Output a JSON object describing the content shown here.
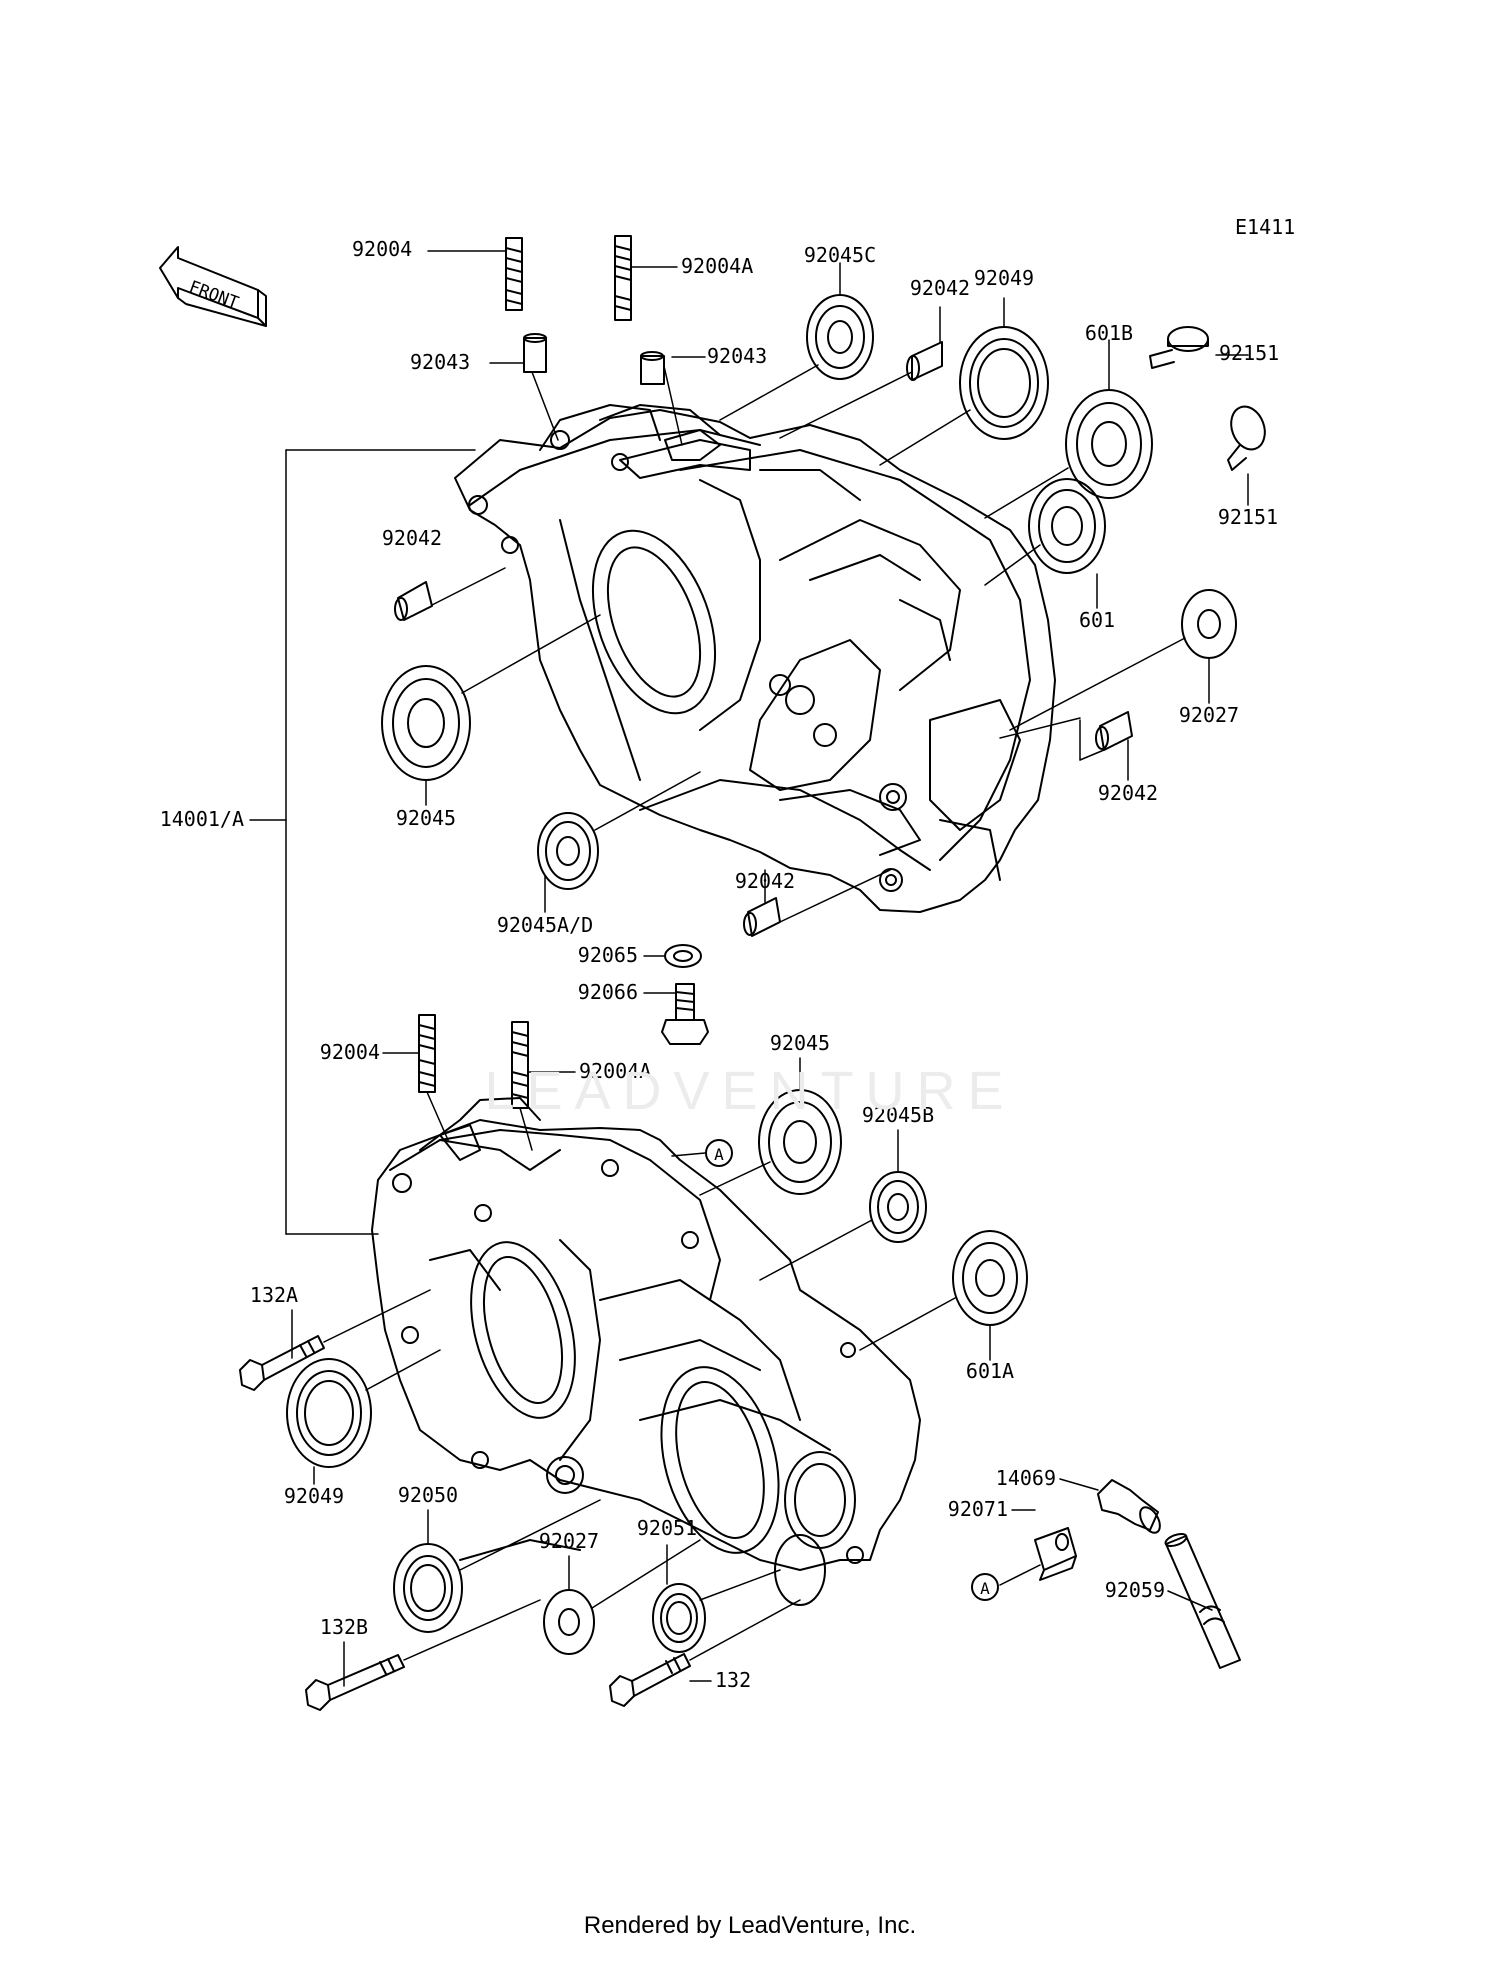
{
  "diagram": {
    "code": "E1411",
    "front_label": "FRONT",
    "watermark": "LEADVENTURE",
    "footer": "Rendered by LeadVenture, Inc.",
    "callout_a": "A",
    "labels": {
      "p92004_top": "92004",
      "p92004a_top": "92004A",
      "p92045c": "92045C",
      "p92042_tr": "92042",
      "p92049_top": "92049",
      "p601b": "601B",
      "p92151_a": "92151",
      "p92043_l": "92043",
      "p92043_r": "92043",
      "p92151_b": "92151",
      "p92042_l": "92042",
      "p601": "601",
      "p92027_r": "92027",
      "p92042_r": "92042",
      "p92045_l": "92045",
      "p14001a": "14001/A",
      "p92042_c": "92042",
      "p92045ad": "92045A/D",
      "p92065": "92065",
      "p92066": "92066",
      "p92004_b": "92004",
      "p92004a_b": "92004A",
      "p92045_b": "92045",
      "p92045b": "92045B",
      "p132a": "132A",
      "p601a": "601A",
      "p92049_b": "92049",
      "p92050": "92050",
      "p92051": "92051",
      "p92027_b": "92027",
      "p14069": "14069",
      "p92071": "92071",
      "p92059": "92059",
      "p132b": "132B",
      "p132": "132"
    }
  }
}
